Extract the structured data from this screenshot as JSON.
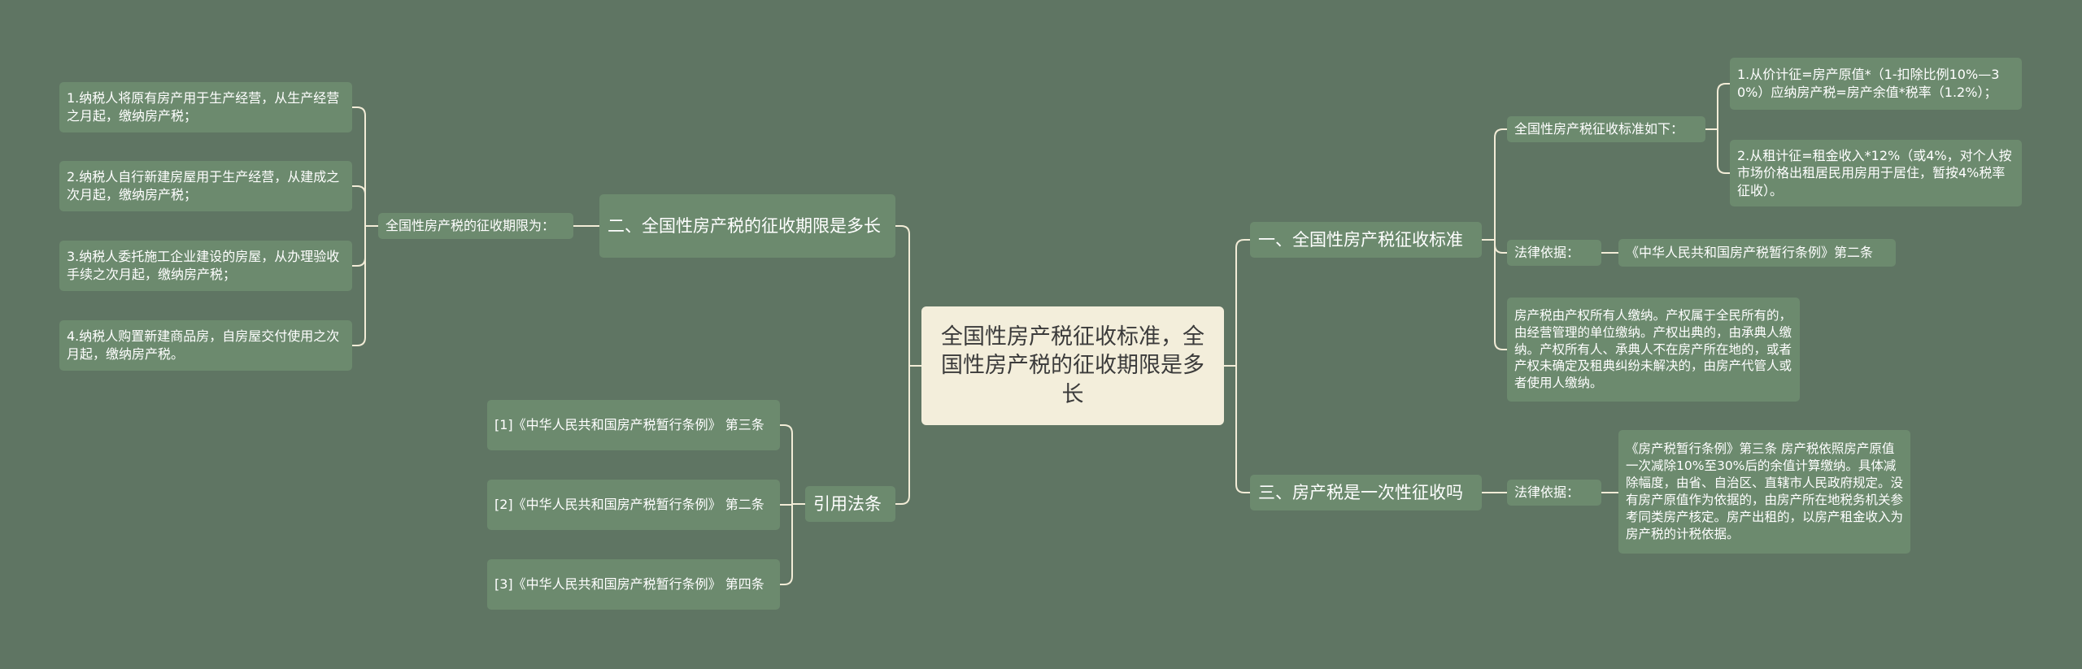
{
  "root": {
    "text": "全国性房产税征收标准，全国性房产税的征收期限是多长"
  },
  "right": {
    "b1": {
      "title": "一、全国性房产税征收标准",
      "standard_label": "全国性房产税征收标准如下：",
      "standard_items": [
        "1.从价计征=房产原值*（1-扣除比例10%—30%）应纳房产税=房产余值*税率（1.2%）；",
        "2.从租计征=租金收入*12%（或4%，对个人按市场价格出租居民用房用于居住，暂按4%税率征收）。"
      ],
      "law_label": "法律依据：",
      "law_text": "《中华人民共和国房产税暂行条例》第二条",
      "owner_text": "房产税由产权所有人缴纳。产权属于全民所有的，由经营管理的单位缴纳。产权出典的，由承典人缴纳。产权所有人、承典人不在房产所在地的，或者产权未确定及租典纠纷未解决的，由房产代管人或者使用人缴纳。"
    },
    "b3": {
      "title": "三、房产税是一次性征收吗",
      "law_label": "法律依据：",
      "law_text": "《房产税暂行条例》第三条 房产税依照房产原值一次减除10%至30%后的余值计算缴纳。具体减除幅度，由省、自治区、直辖市人民政府规定。没有房产原值作为依据的，由房产所在地税务机关参考同类房产核定。房产出租的，以房产租金收入为房产税的计税依据。"
    }
  },
  "left": {
    "b2": {
      "title": "二、全国性房产税的征收期限是多长",
      "period_label": "全国性房产税的征收期限为：",
      "items": [
        "1.纳税人将原有房产用于生产经营，从生产经营之月起，缴纳房产税；",
        "2.纳税人自行新建房屋用于生产经营，从建成之次月起，缴纳房产税；",
        "3.纳税人委托施工企业建设的房屋，从办理验收手续之次月起，缴纳房产税；",
        "4.纳税人购置新建商品房，自房屋交付使用之次月起，缴纳房产税。"
      ]
    },
    "refs": {
      "title": "引用法条",
      "items": [
        "[1]《中华人民共和国房产税暂行条例》 第三条",
        "[2]《中华人民共和国房产税暂行条例》 第二条",
        "[3]《中华人民共和国房产税暂行条例》 第四条"
      ]
    }
  },
  "colors": {
    "background": "#5f7563",
    "node": "#6c8a6e",
    "root": "#f3eedb",
    "line": "#f2ecd7"
  }
}
